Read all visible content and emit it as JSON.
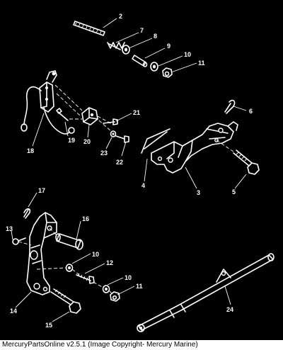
{
  "parts": {
    "p2": "2",
    "p7": "7",
    "p8": "8",
    "p9": "9",
    "p10a": "10",
    "p11a": "11",
    "p6": "6",
    "p18": "18",
    "p19": "19",
    "p20": "20",
    "p21": "21",
    "p22": "22",
    "p23": "23",
    "p4": "4",
    "p3": "3",
    "p5": "5",
    "p17": "17",
    "p13": "13",
    "p16": "16",
    "p10b": "10",
    "p12": "12",
    "p10c": "10",
    "p11b": "11",
    "p14": "14",
    "p15": "15",
    "p24": "24"
  },
  "footer": {
    "text": "MercuryPartsOnline v2.5.1 (Image Copyright- Mercury Marine)"
  },
  "colors": {
    "background": "#000000",
    "line": "#ffffff",
    "footer_bg": "#ffffff",
    "footer_text": "#000000"
  }
}
